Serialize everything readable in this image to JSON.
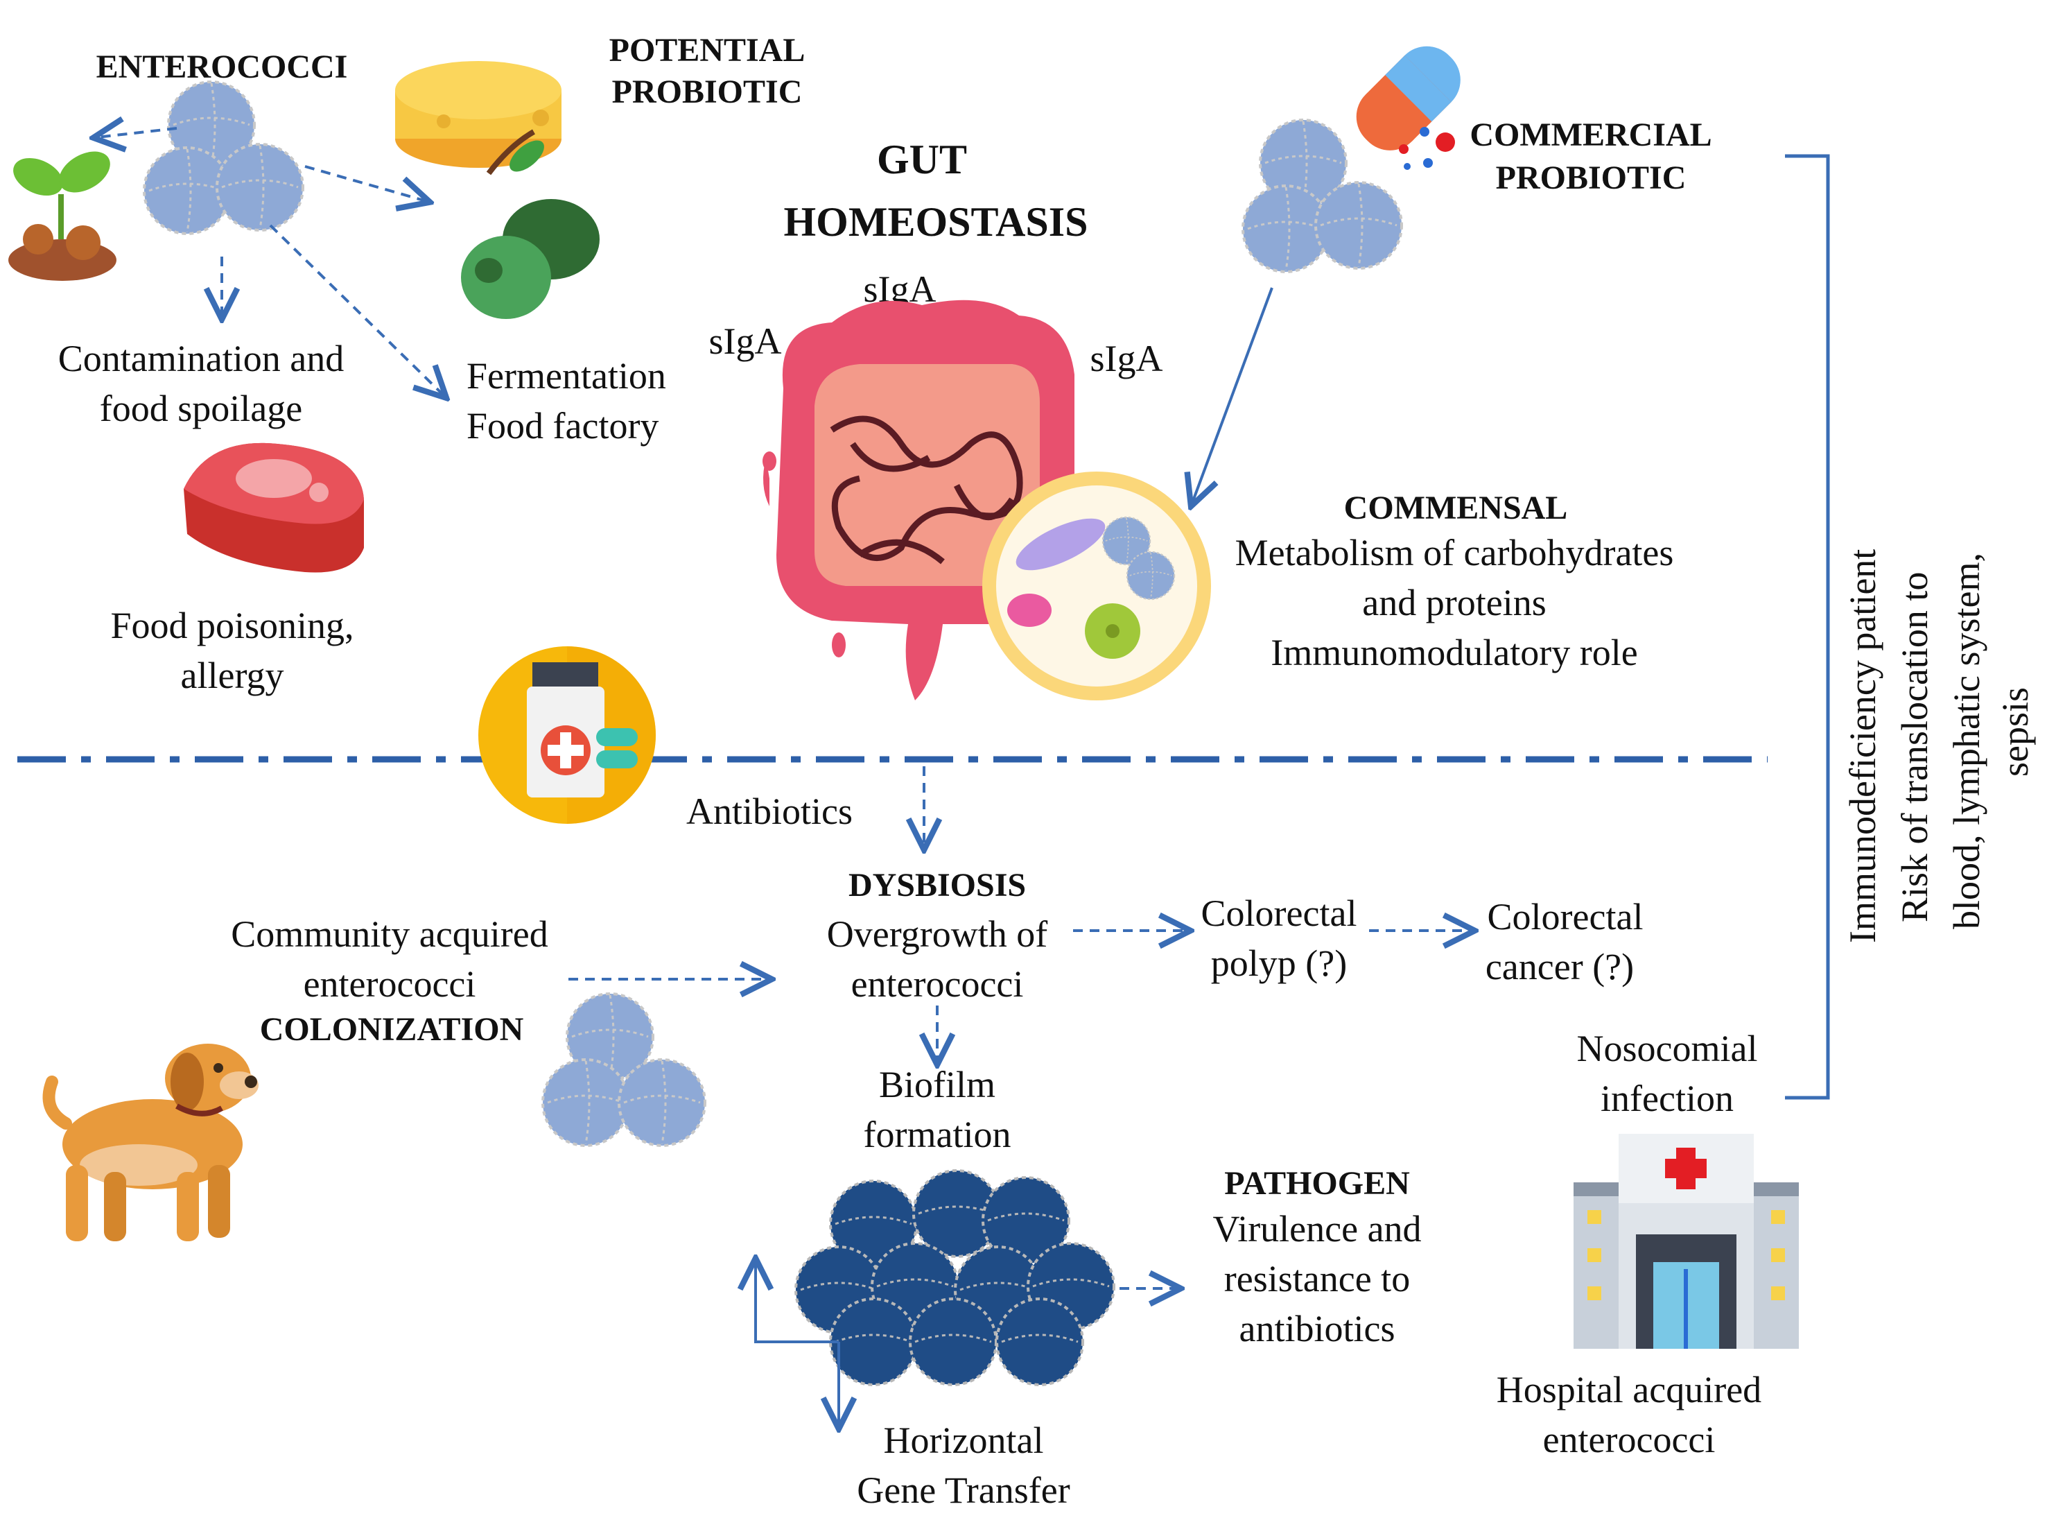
{
  "enterococci": "ENTEROCOCCI",
  "potential_probiotic": [
    "POTENTIAL",
    "PROBIOTIC"
  ],
  "gut_homeostasis": [
    "GUT",
    "HOMEOSTASIS"
  ],
  "commercial_probiotic": [
    "COMMERCIAL",
    "PROBIOTIC"
  ],
  "siga": "sIgA",
  "contamination": [
    "Contamination and",
    "food  spoilage"
  ],
  "fermentation": [
    "Fermentation",
    "Food factory"
  ],
  "food_poisoning": [
    "Food poisoning,",
    "allergy"
  ],
  "commensal": {
    "title": "COMMENSAL",
    "lines": [
      "Metabolism of carbohydrates",
      "and proteins",
      "Immunomodulatory role"
    ]
  },
  "antibiotics": "Antibiotics",
  "dysbiosis": {
    "title": "DYSBIOSIS",
    "lines": [
      "Overgrowth of",
      "enterococci"
    ]
  },
  "community": {
    "lines": [
      "Community acquired",
      "enterococci"
    ],
    "bold": "COLONIZATION"
  },
  "colorectal_polyp": [
    "Colorectal",
    "polyp (?)"
  ],
  "colorectal_cancer": [
    "Colorectal",
    "cancer (?)"
  ],
  "biofilm": [
    "Biofilm",
    "formation"
  ],
  "pathogen": {
    "title": "PATHOGEN",
    "lines": [
      "Virulence and",
      "resistance to",
      "antibiotics"
    ]
  },
  "hgt": [
    "Horizontal",
    "Gene Transfer"
  ],
  "nosocomial": [
    "Nosocomial",
    "infection"
  ],
  "hospital": [
    "Hospital acquired",
    "enterococci"
  ],
  "side_text": [
    "Immunodeficiency patient",
    "Risk of translocation to",
    "blood, lymphatic system,",
    "sepsis"
  ],
  "colors": {
    "arrow": "#3a6db5",
    "cell_light": "#8ea9d6",
    "cell_dark": "#1f4c86",
    "gut_pink": "#e8506e",
    "gut_inner": "#f39a8a"
  }
}
